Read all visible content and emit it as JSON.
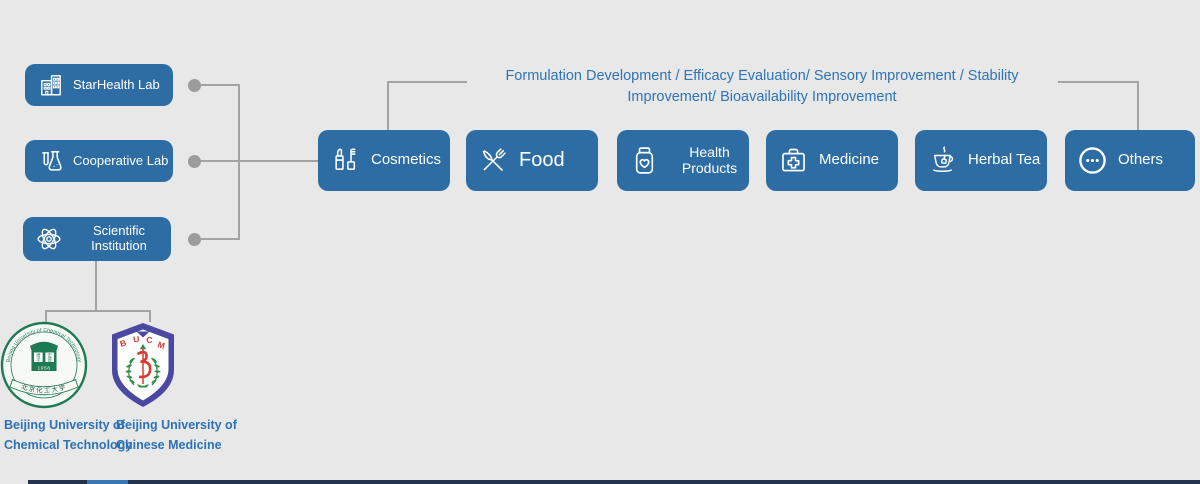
{
  "colors": {
    "background": "#e8e8e8",
    "box_blue": "#2e6da4",
    "accent_text_blue": "#2e74b6",
    "connector_gray": "#a3a3a3",
    "dot_gray": "#9c9c9c",
    "box_text_white": "#ffffff",
    "seal_green": "#1e7a52",
    "shield_purple": "#4b48a1",
    "emblem_red": "#d63b30",
    "leaf_green": "#2f8f46",
    "bottom_bar_navy": "#24334e",
    "bottom_bar_blue": "#3a78b5"
  },
  "left_panel": {
    "items": [
      {
        "label": "StarHealth Lab",
        "icon": "building-icon"
      },
      {
        "label": "Cooperative Lab",
        "icon": "lab-flask-icon"
      },
      {
        "label": "Scientific Institution",
        "icon": "atom-icon"
      }
    ]
  },
  "description": {
    "text": "Formulation Development / Efficacy Evaluation/ Sensory Improvement / Stability Improvement/ Bioavailability Improvement"
  },
  "categories": {
    "items": [
      {
        "label": "Cosmetics",
        "icon": "cosmetics-icon"
      },
      {
        "label": "Food",
        "icon": "food-icon"
      },
      {
        "label": "Health Products",
        "icon": "health-products-icon"
      },
      {
        "label": "Medicine",
        "icon": "medicine-icon"
      },
      {
        "label": "Herbal Tea",
        "icon": "herbal-tea-icon"
      },
      {
        "label": "Others",
        "icon": "others-icon"
      }
    ]
  },
  "universities": {
    "items": [
      {
        "name_line1": "Beijing University of",
        "name_line2": "Chemical Technology",
        "logo": "buct-seal-logo",
        "ring_text": "Beijing University of Chemical Technology",
        "year": "1958",
        "motto_chars": [
          "博",
          "学",
          "宏",
          "德"
        ],
        "banner_cn": "北京化工大学"
      },
      {
        "name_line1": "Beijing University of",
        "name_line2": "Chinese Medicine",
        "logo": "bucm-shield-logo",
        "acronym_letters": [
          "B",
          "U",
          "C",
          "M"
        ]
      }
    ]
  }
}
